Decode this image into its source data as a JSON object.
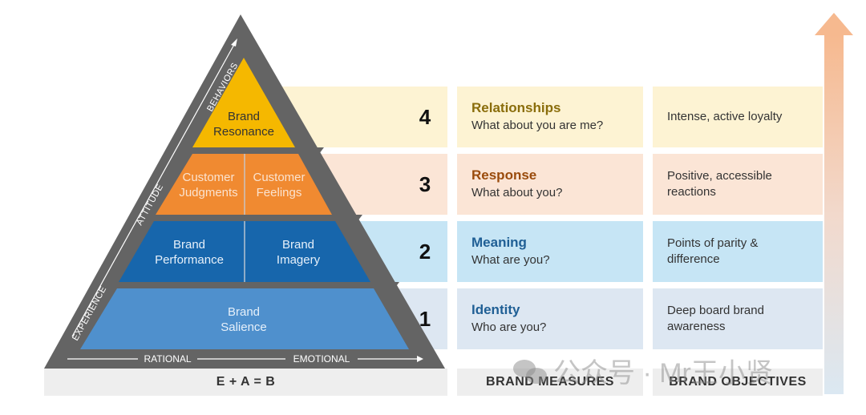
{
  "levels": [
    {
      "number": "4",
      "measure_title": "Relationships",
      "measure_sub": "What about you are me?",
      "objective": "Intense, active loyalty",
      "title_color": "#8a6d0b",
      "bg": "#fdf3d3"
    },
    {
      "number": "3",
      "measure_title": "Response",
      "measure_sub": "What about you?",
      "objective": "Positive, accessible reactions",
      "title_color": "#9a4b0c",
      "bg": "#fbe5d6"
    },
    {
      "number": "2",
      "measure_title": "Meaning",
      "measure_sub": "What are you?",
      "objective": "Points of parity & difference",
      "title_color": "#1f5f95",
      "bg": "#c6e5f5"
    },
    {
      "number": "1",
      "measure_title": "Identity",
      "measure_sub": "Who are you?",
      "objective": "Deep board brand awareness",
      "title_color": "#1f5f95",
      "bg": "#dde7f2"
    }
  ],
  "pyramid": {
    "top": {
      "line1": "Brand",
      "line2": "Resonance",
      "color": "#f5b800"
    },
    "judgments": {
      "line1": "Customer",
      "line2": "Judgments",
      "color": "#f08a31"
    },
    "feelings": {
      "line1": "Customer",
      "line2": "Feelings",
      "color": "#f08a31"
    },
    "performance": {
      "line1": "Brand",
      "line2": "Performance",
      "color": "#1766ac"
    },
    "imagery": {
      "line1": "Brand",
      "line2": "Imagery",
      "color": "#1766ac"
    },
    "salience": {
      "line1": "Brand",
      "line2": "Salience",
      "color": "#4f90cd"
    }
  },
  "side_labels": {
    "behaviors": "BEHAVIORS",
    "attitude": "ATTITUDE",
    "experience": "EXPERIENCE"
  },
  "bottom_labels": {
    "rational": "RATIONAL",
    "emotional": "EMOTIONAL"
  },
  "footer": {
    "formula": "E + A = B",
    "measures": "BRAND MEASURES",
    "objectives": "BRAND OBJECTIVES"
  },
  "watermark": "公众号 · Mr王小贤",
  "colors": {
    "pyramid_outline": "#646464",
    "arrow_gradient_top": "#f6b98f",
    "arrow_gradient_bottom": "#dbe8f2"
  }
}
